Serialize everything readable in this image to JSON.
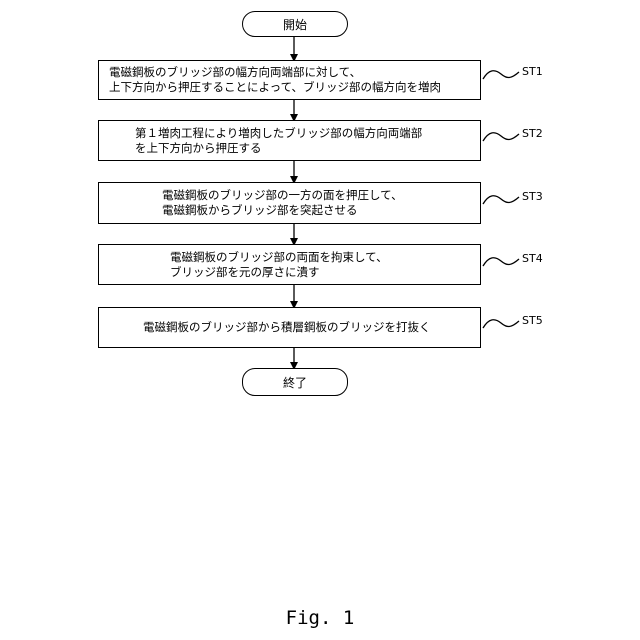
{
  "flowchart": {
    "start": "開始",
    "end": "終了",
    "steps": [
      {
        "label": "ST1",
        "lines": [
          "電磁鋼板のブリッジ部の幅方向両端部に対して、",
          "上下方向から押圧することによって、ブリッジ部の幅方向を増肉"
        ]
      },
      {
        "label": "ST2",
        "lines": [
          "第１増肉工程により増肉したブリッジ部の幅方向両端部",
          "を上下方向から押圧する"
        ]
      },
      {
        "label": "ST3",
        "lines": [
          "電磁鋼板のブリッジ部の一方の面を押圧して、",
          "電磁鋼板からブリッジ部を突起させる"
        ]
      },
      {
        "label": "ST4",
        "lines": [
          "電磁鋼板のブリッジ部の両面を拘束して、",
          "ブリッジ部を元の厚さに潰す"
        ]
      },
      {
        "label": "ST5",
        "lines": [
          "電磁鋼板のブリッジ部から積層鋼板のブリッジを打抜く"
        ]
      }
    ]
  },
  "figure_caption": "Fig. 1"
}
